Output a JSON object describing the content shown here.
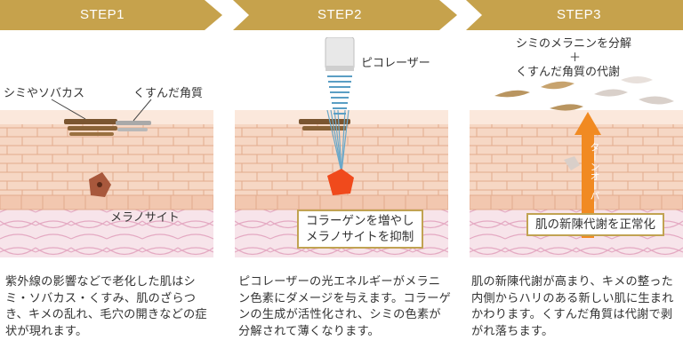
{
  "steps": [
    {
      "title": "STEP1",
      "labels": {
        "spots": "シミやソバカス",
        "dull": "くすんだ角質",
        "melanocyte": "メラノサイト"
      },
      "description": "紫外線の影響などで老化した肌はシミ・ソバカス・くすみ、肌のざらつき、キメの乱れ、毛穴の開きなどの症状が現れます。"
    },
    {
      "title": "STEP2",
      "labels": {
        "laser": "ピコレーザー"
      },
      "box_lines": [
        "コラーゲンを増やし",
        "メラノサイトを抑制"
      ],
      "description": "ピコレーザーの光エネルギーがメラニン色素にダメージを与えます。コラーゲンの生成が活性化され、シミの色素が分解されて薄くなります。"
    },
    {
      "title": "STEP3",
      "labels": {
        "top_line1": "シミのメラニンを分解",
        "top_plus": "＋",
        "top_line2": "くすんだ角質の代謝",
        "arrow_text": "ターンオーバー"
      },
      "box_text": "肌の新陳代謝を正常化",
      "description": "肌の新陳代謝が高まり、キメの整った内側からハリのある新しい肌に生まれかわります。くすんだ角質は代謝で剥がれ落ちます。"
    }
  ],
  "colors": {
    "step_bar": "#c6a24c",
    "skin": "#f6d7c4",
    "cell_line": "#e8b69a",
    "box_border": "#c1a352",
    "laser": "#6aa8c9",
    "arrow": "#f18a22"
  }
}
